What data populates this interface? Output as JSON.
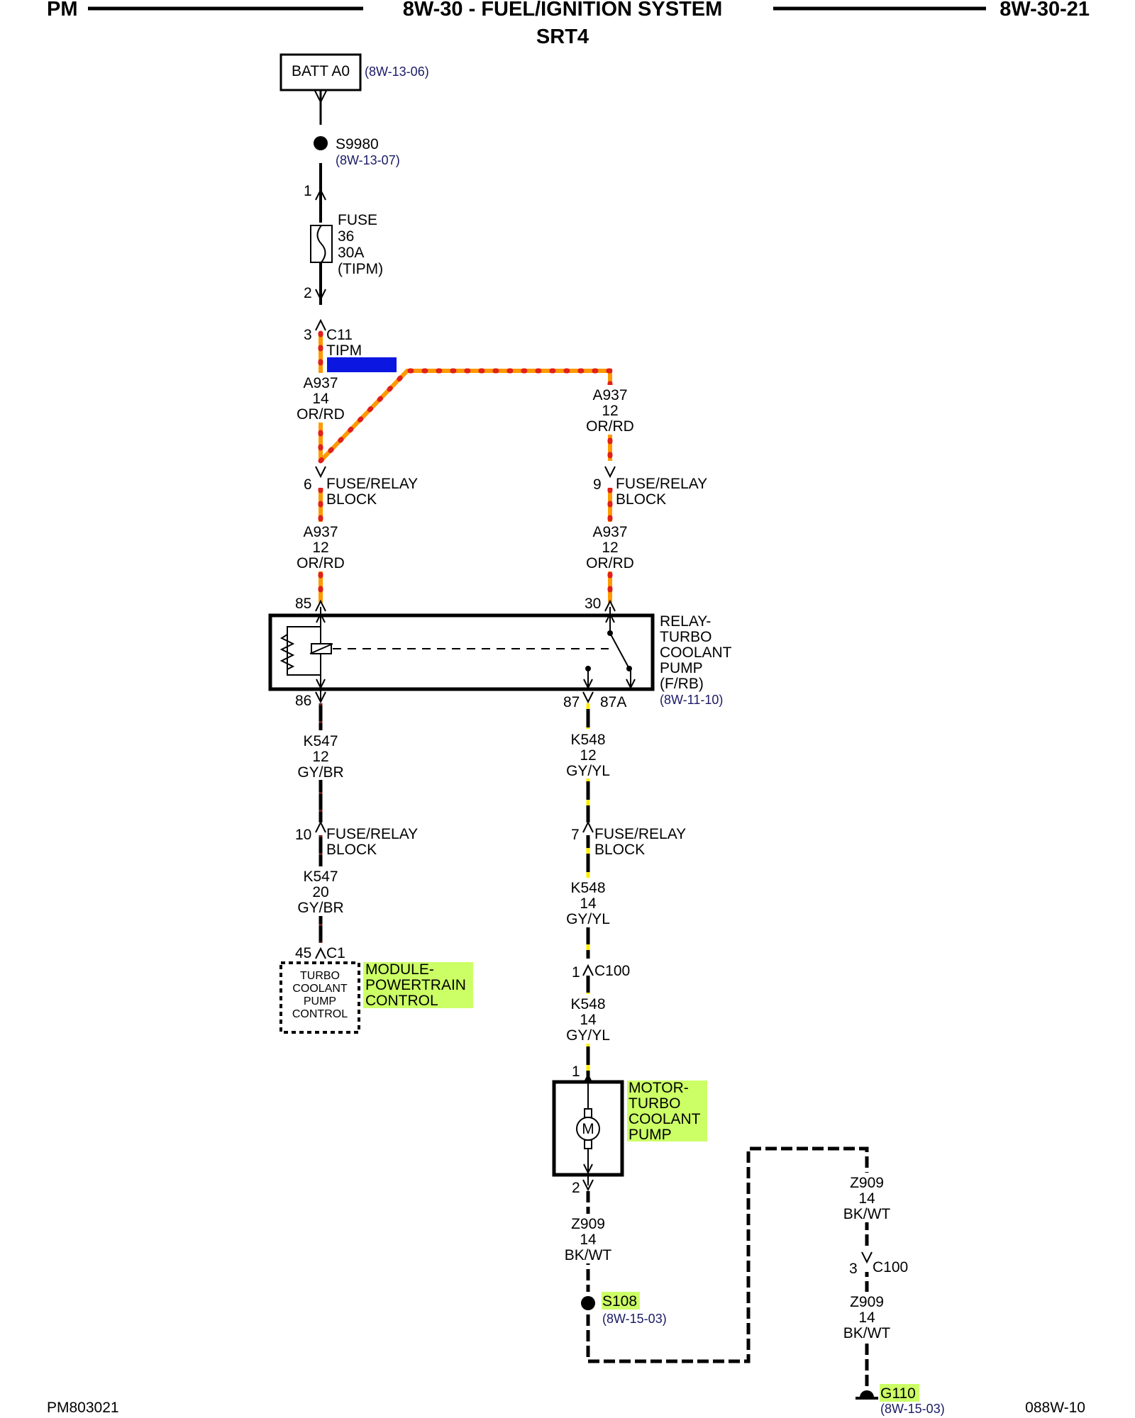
{
  "header": {
    "left": "PM",
    "title": "8W-30 - FUEL/IGNITION SYSTEM",
    "subtitle": "SRT4",
    "page": "8W-30-21"
  },
  "footer": {
    "left": "PM803021",
    "right": "088W-10"
  },
  "batt": {
    "label": "BATT A0",
    "ref": "(8W-13-06)"
  },
  "s9980": {
    "label": "S9980",
    "ref": "(8W-13-07)"
  },
  "fuse": {
    "pin_in": "1",
    "pin_out": "2",
    "l1": "FUSE",
    "l2": "36",
    "l3": "30A",
    "l4": "(TIPM)"
  },
  "c11": {
    "pin": "3",
    "l1": "C11",
    "l2": "TIPM"
  },
  "w_a937_14": {
    "id": "A937",
    "gauge": "14",
    "color": "OR/RD"
  },
  "w_a937_12r": {
    "id": "A937",
    "gauge": "12",
    "color": "OR/RD"
  },
  "frb6": {
    "pin": "6",
    "l1": "FUSE/RELAY",
    "l2": "BLOCK"
  },
  "frb9": {
    "pin": "9",
    "l1": "FUSE/RELAY",
    "l2": "BLOCK"
  },
  "w_a937_12l2": {
    "id": "A937",
    "gauge": "12",
    "color": "OR/RD"
  },
  "w_a937_12r2": {
    "id": "A937",
    "gauge": "12",
    "color": "OR/RD"
  },
  "relay": {
    "p85": "85",
    "p30": "30",
    "p86": "86",
    "p87": "87",
    "p87a": "87A",
    "l1": "RELAY-",
    "l2": "TURBO",
    "l3": "COOLANT",
    "l4": "PUMP",
    "l5": "(F/RB)",
    "ref": "(8W-11-10)"
  },
  "w_k547_12": {
    "id": "K547",
    "gauge": "12",
    "color": "GY/BR"
  },
  "w_k548_12": {
    "id": "K548",
    "gauge": "12",
    "color": "GY/YL"
  },
  "frb10": {
    "pin": "10",
    "l1": "FUSE/RELAY",
    "l2": "BLOCK"
  },
  "frb7": {
    "pin": "7",
    "l1": "FUSE/RELAY",
    "l2": "BLOCK"
  },
  "w_k547_20": {
    "id": "K547",
    "gauge": "20",
    "color": "GY/BR"
  },
  "w_k548_14a": {
    "id": "K548",
    "gauge": "14",
    "color": "GY/YL"
  },
  "pcm": {
    "pin": "45",
    "conn": "C1",
    "b1": "TURBO",
    "b2": "COOLANT",
    "b3": "PUMP",
    "b4": "CONTROL",
    "l1": "MODULE-",
    "l2": "POWERTRAIN",
    "l3": "CONTROL"
  },
  "c100a": {
    "pin": "1",
    "label": "C100"
  },
  "w_k548_14b": {
    "id": "K548",
    "gauge": "14",
    "color": "GY/YL"
  },
  "motor": {
    "pin1": "1",
    "pin2": "2",
    "symbol": "M",
    "l1": "MOTOR-",
    "l2": "TURBO",
    "l3": "COOLANT",
    "l4": "PUMP"
  },
  "w_z909_a": {
    "id": "Z909",
    "gauge": "14",
    "color": "BK/WT"
  },
  "s108": {
    "label": "S108",
    "ref": "(8W-15-03)"
  },
  "w_z909_b": {
    "id": "Z909",
    "gauge": "14",
    "color": "BK/WT"
  },
  "c100b": {
    "pin": "3",
    "label": "C100"
  },
  "w_z909_c": {
    "id": "Z909",
    "gauge": "14",
    "color": "BK/WT"
  },
  "g110": {
    "label": "G110",
    "ref": "(8W-15-03)"
  },
  "colors": {
    "orange": "#ff9900",
    "red": "#e0201a",
    "yellow": "#ffee00",
    "blue": "#0b16e0",
    "highlight": "#ccff66"
  }
}
